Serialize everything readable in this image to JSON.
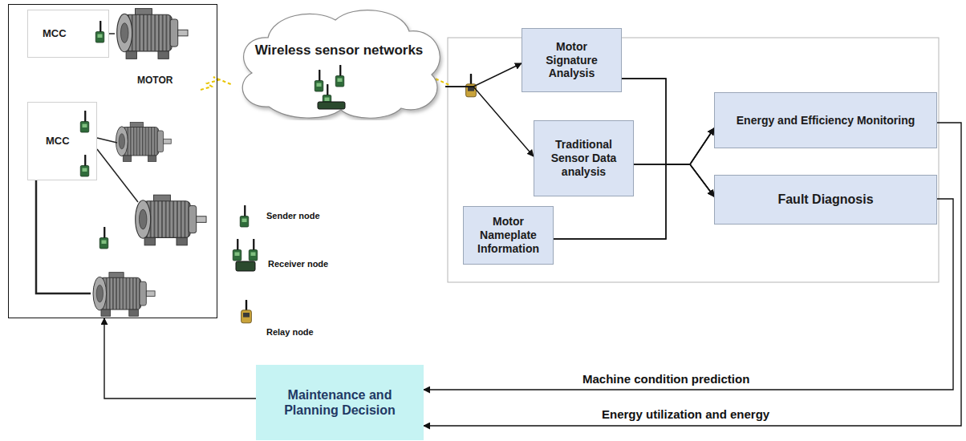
{
  "diagram": {
    "nodes": [
      {
        "text": [
          "MOTOR"
        ]
      },
      {
        "text": [
          "MCC"
        ],
        "in": 0
      },
      {
        "text": [
          "MCC"
        ],
        "in": 0
      },
      {
        "text": [
          "Wireless sensor networks"
        ]
      },
      {
        "text": [
          "Motor Signature Analysis"
        ]
      },
      {
        "text": [
          "Traditional Sensor Data analysis"
        ]
      },
      {
        "text": [
          "Motor Nameplate Information"
        ]
      },
      {
        "text": [
          "Energy and Efficiency Monitoring"
        ]
      },
      {
        "text": [
          "Fault Diagnosis"
        ]
      },
      {
        "text": [
          "Maintenance and Planning Decision"
        ]
      }
    ],
    "edges": [
      {
        "from": 3,
        "to": 4,
        "arrow": "to"
      },
      {
        "from": 3,
        "to": 5,
        "arrow": "to"
      },
      {
        "from": 4,
        "to": 7,
        "arrow": "to"
      },
      {
        "from": 4,
        "to": 8,
        "arrow": "to"
      },
      {
        "from": 5,
        "to": 7,
        "arrow": "to"
      },
      {
        "from": 5,
        "to": 8,
        "arrow": "to"
      },
      {
        "from": 6,
        "to": 7,
        "arrow": "to"
      },
      {
        "from": 6,
        "to": 8,
        "arrow": "to"
      },
      {
        "from": 7,
        "to": 9,
        "label": "Energy utilization and energy",
        "arrow": "to"
      },
      {
        "from": 8,
        "to": 9,
        "label": "Machine condition prediction",
        "arrow": "to"
      },
      {
        "from": 9,
        "to": 0,
        "arrow": "to"
      }
    ],
    "labels": [
      "Sender node",
      "Receiver node",
      "Relay node"
    ]
  }
}
